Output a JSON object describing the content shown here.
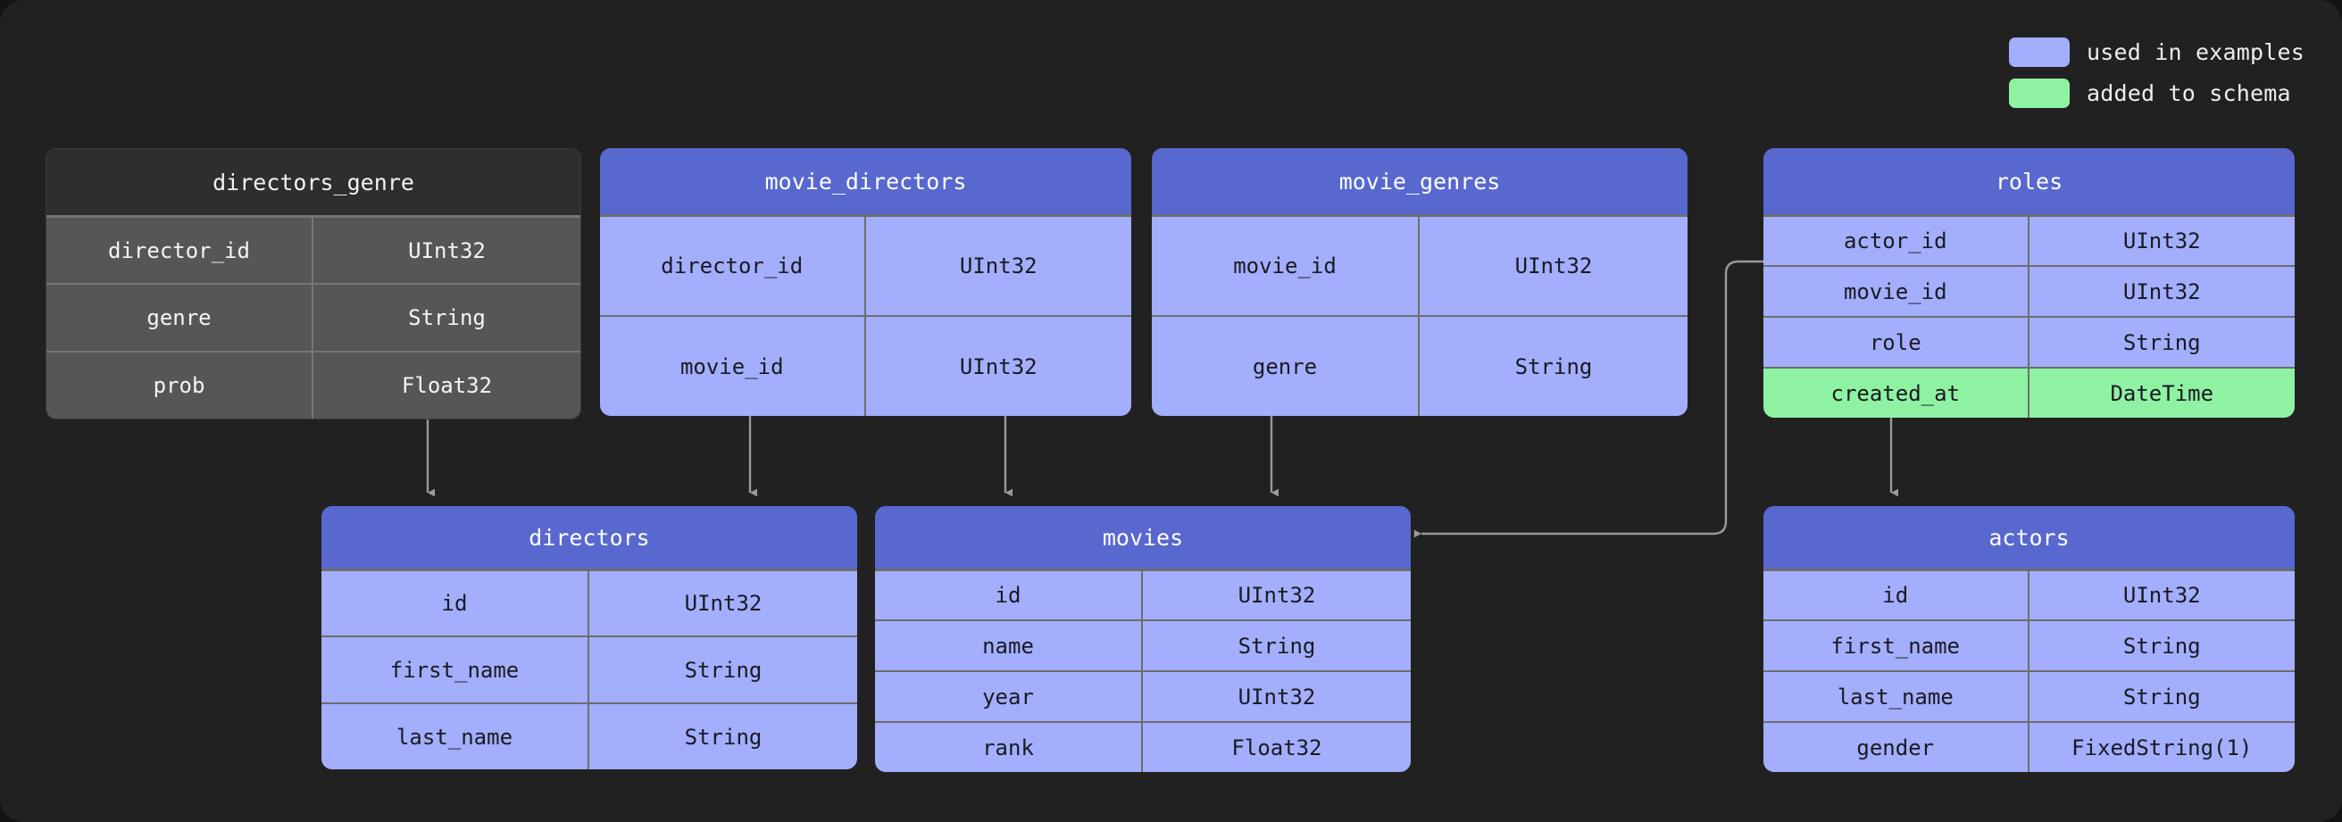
{
  "legend": {
    "items": [
      {
        "label": "used in examples",
        "color": "#a3aefc",
        "swatch_icon": "blue-swatch"
      },
      {
        "label": "added to schema",
        "color": "#8ef2a2",
        "swatch_icon": "green-swatch"
      }
    ]
  },
  "colors": {
    "background": "#212121",
    "header_blue": "#5868cf",
    "row_blue": "#a3aefc",
    "header_grey": "#2e2e2e",
    "row_grey": "#565656",
    "added_green": "#8ef2a2",
    "connector": "#9a9a9a"
  },
  "tables": [
    {
      "name": "directors_genre",
      "theme": "grey",
      "columns": [
        {
          "name": "director_id",
          "type": "UInt32",
          "state": "normal"
        },
        {
          "name": "genre",
          "type": "String",
          "state": "normal"
        },
        {
          "name": "prob",
          "type": "Float32",
          "state": "normal"
        }
      ]
    },
    {
      "name": "movie_directors",
      "theme": "blue",
      "columns": [
        {
          "name": "director_id",
          "type": "UInt32",
          "state": "normal"
        },
        {
          "name": "movie_id",
          "type": "UInt32",
          "state": "normal"
        }
      ]
    },
    {
      "name": "movie_genres",
      "theme": "blue",
      "columns": [
        {
          "name": "movie_id",
          "type": "UInt32",
          "state": "normal"
        },
        {
          "name": "genre",
          "type": "String",
          "state": "normal"
        }
      ]
    },
    {
      "name": "roles",
      "theme": "blue",
      "columns": [
        {
          "name": "actor_id",
          "type": "UInt32",
          "state": "normal"
        },
        {
          "name": "movie_id",
          "type": "UInt32",
          "state": "normal"
        },
        {
          "name": "role",
          "type": "String",
          "state": "normal"
        },
        {
          "name": "created_at",
          "type": "DateTime",
          "state": "added"
        }
      ]
    },
    {
      "name": "directors",
      "theme": "blue",
      "columns": [
        {
          "name": "id",
          "type": "UInt32",
          "state": "normal"
        },
        {
          "name": "first_name",
          "type": "String",
          "state": "normal"
        },
        {
          "name": "last_name",
          "type": "String",
          "state": "normal"
        }
      ]
    },
    {
      "name": "movies",
      "theme": "blue",
      "columns": [
        {
          "name": "id",
          "type": "UInt32",
          "state": "normal"
        },
        {
          "name": "name",
          "type": "String",
          "state": "normal"
        },
        {
          "name": "year",
          "type": "UInt32",
          "state": "normal"
        },
        {
          "name": "rank",
          "type": "Float32",
          "state": "normal"
        }
      ]
    },
    {
      "name": "actors",
      "theme": "blue",
      "columns": [
        {
          "name": "id",
          "type": "UInt32",
          "state": "normal"
        },
        {
          "name": "first_name",
          "type": "String",
          "state": "normal"
        },
        {
          "name": "last_name",
          "type": "String",
          "state": "normal"
        },
        {
          "name": "gender",
          "type": "FixedString(1)",
          "state": "normal"
        }
      ]
    }
  ],
  "relationships": [
    {
      "from": "directors_genre",
      "to": "directors",
      "style": "vertical-arrow"
    },
    {
      "from": "movie_directors",
      "to": "directors",
      "style": "vertical-arrow"
    },
    {
      "from": "movie_directors",
      "to": "movies",
      "style": "vertical-arrow"
    },
    {
      "from": "movie_genres",
      "to": "movies",
      "style": "vertical-arrow"
    },
    {
      "from": "roles",
      "to": "actors",
      "style": "vertical-arrow"
    },
    {
      "from": "roles",
      "to": "movies",
      "style": "elbow-arrow"
    }
  ]
}
